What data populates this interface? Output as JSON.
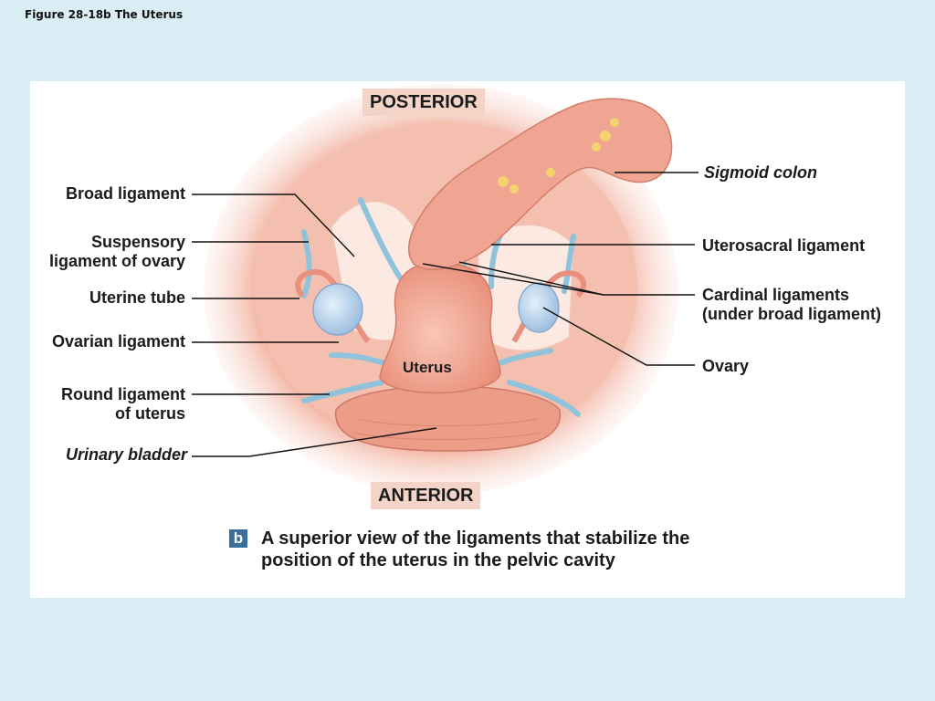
{
  "figure_title": "Figure 28-18b  The Uterus",
  "orientation": {
    "top": "POSTERIOR",
    "bottom": "ANTERIOR"
  },
  "labels": {
    "broad_ligament": "Broad ligament",
    "suspensory_ligament": "Suspensory\nligament of ovary",
    "uterine_tube": "Uterine tube",
    "ovarian_ligament": "Ovarian ligament",
    "round_ligament": "Round ligament\nof uterus",
    "urinary_bladder": "Urinary bladder",
    "sigmoid_colon": "Sigmoid colon",
    "uterosacral_ligament": "Uterosacral ligament",
    "cardinal_ligaments": "Cardinal ligaments\n(under broad ligament)",
    "ovary": "Ovary",
    "uterus": "Uterus"
  },
  "caption": {
    "badge": "b",
    "text": "A superior view of the ligaments that stabilize the position of the uterus in the pelvic cavity"
  },
  "colors": {
    "page_background": "#d9edf4",
    "badge": "#3c6e9c",
    "orientation_box": "#f3d4c6",
    "tissue_pink": "#f0a593",
    "ligament_blue": "#8fc3dc"
  }
}
